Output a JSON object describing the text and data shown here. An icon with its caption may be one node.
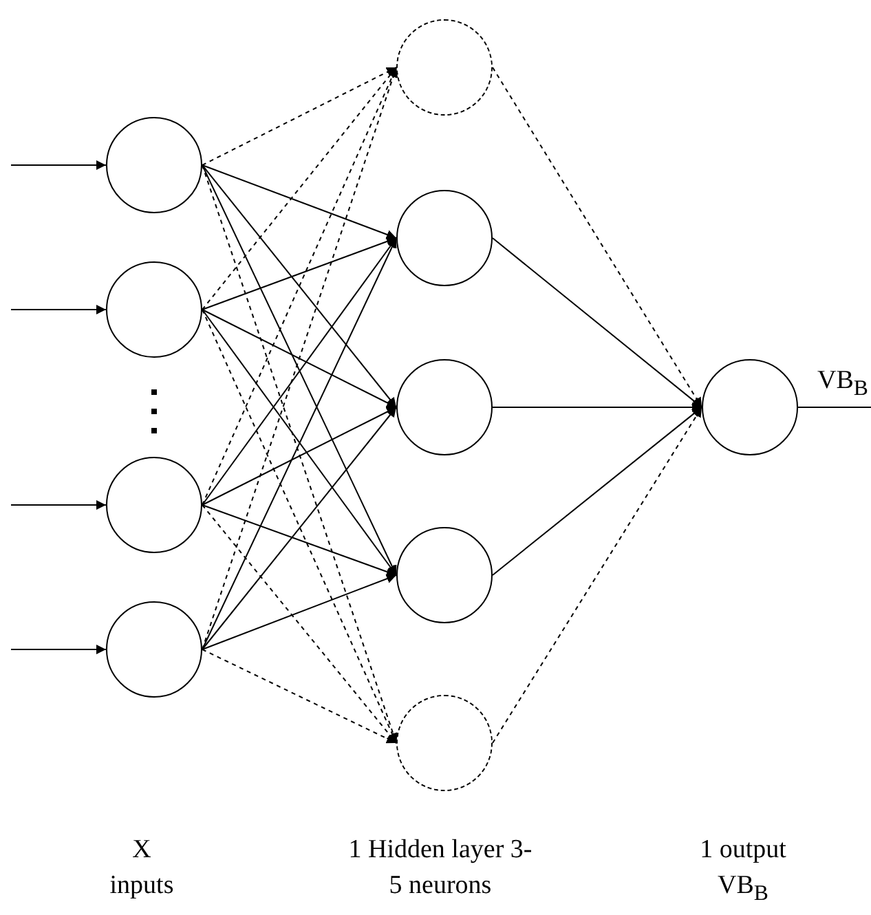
{
  "diagram": {
    "nodes": [
      {
        "text": [],
        "shape": "circle"
      },
      {
        "text": [],
        "shape": "circle"
      },
      {
        "text": [],
        "shape": "circle"
      },
      {
        "text": [],
        "shape": "circle"
      },
      {
        "text": [],
        "shape": "circle"
      },
      {
        "text": [],
        "shape": "circle"
      },
      {
        "text": [],
        "shape": "circle"
      },
      {
        "text": [],
        "shape": "circle"
      },
      {
        "text": [],
        "shape": "circle"
      },
      {
        "text": [],
        "shape": "circle"
      }
    ],
    "edges": [
      {
        "from": null,
        "to": 0,
        "arrow": "to"
      },
      {
        "from": null,
        "to": 1,
        "arrow": "to"
      },
      {
        "from": null,
        "to": 2,
        "arrow": "to"
      },
      {
        "from": null,
        "to": 3,
        "arrow": "to"
      },
      {
        "from": 0,
        "to": 4,
        "arrow": "to",
        "style": "dashed"
      },
      {
        "from": 0,
        "to": 5,
        "arrow": "to"
      },
      {
        "from": 0,
        "to": 6,
        "arrow": "to"
      },
      {
        "from": 0,
        "to": 7,
        "arrow": "to"
      },
      {
        "from": 0,
        "to": 8,
        "arrow": "to",
        "style": "dashed"
      },
      {
        "from": 1,
        "to": 4,
        "arrow": "to",
        "style": "dashed"
      },
      {
        "from": 1,
        "to": 5,
        "arrow": "to"
      },
      {
        "from": 1,
        "to": 6,
        "arrow": "to"
      },
      {
        "from": 1,
        "to": 7,
        "arrow": "to"
      },
      {
        "from": 1,
        "to": 8,
        "arrow": "to",
        "style": "dashed"
      },
      {
        "from": 2,
        "to": 4,
        "arrow": "to",
        "style": "dashed"
      },
      {
        "from": 2,
        "to": 5,
        "arrow": "to"
      },
      {
        "from": 2,
        "to": 6,
        "arrow": "to"
      },
      {
        "from": 2,
        "to": 7,
        "arrow": "to"
      },
      {
        "from": 2,
        "to": 8,
        "arrow": "to",
        "style": "dashed"
      },
      {
        "from": 3,
        "to": 4,
        "arrow": "to",
        "style": "dashed"
      },
      {
        "from": 3,
        "to": 5,
        "arrow": "to"
      },
      {
        "from": 3,
        "to": 6,
        "arrow": "to"
      },
      {
        "from": 3,
        "to": 7,
        "arrow": "to"
      },
      {
        "from": 3,
        "to": 8,
        "arrow": "to",
        "style": "dashed"
      },
      {
        "from": 4,
        "to": 9,
        "arrow": "to",
        "style": "dashed"
      },
      {
        "from": 5,
        "to": 9,
        "arrow": "to"
      },
      {
        "from": 6,
        "to": 9,
        "arrow": "to"
      },
      {
        "from": 7,
        "to": 9,
        "arrow": "to"
      },
      {
        "from": 8,
        "to": 9,
        "arrow": "to",
        "style": "dashed"
      },
      {
        "from": 9,
        "to": null,
        "arrow": "none",
        "label": "VB$_{B}$"
      }
    ],
    "labels": [
      "X inputs",
      "1 Hidden layer 3-5 neurons",
      "1 output VB$_{B}$"
    ]
  }
}
